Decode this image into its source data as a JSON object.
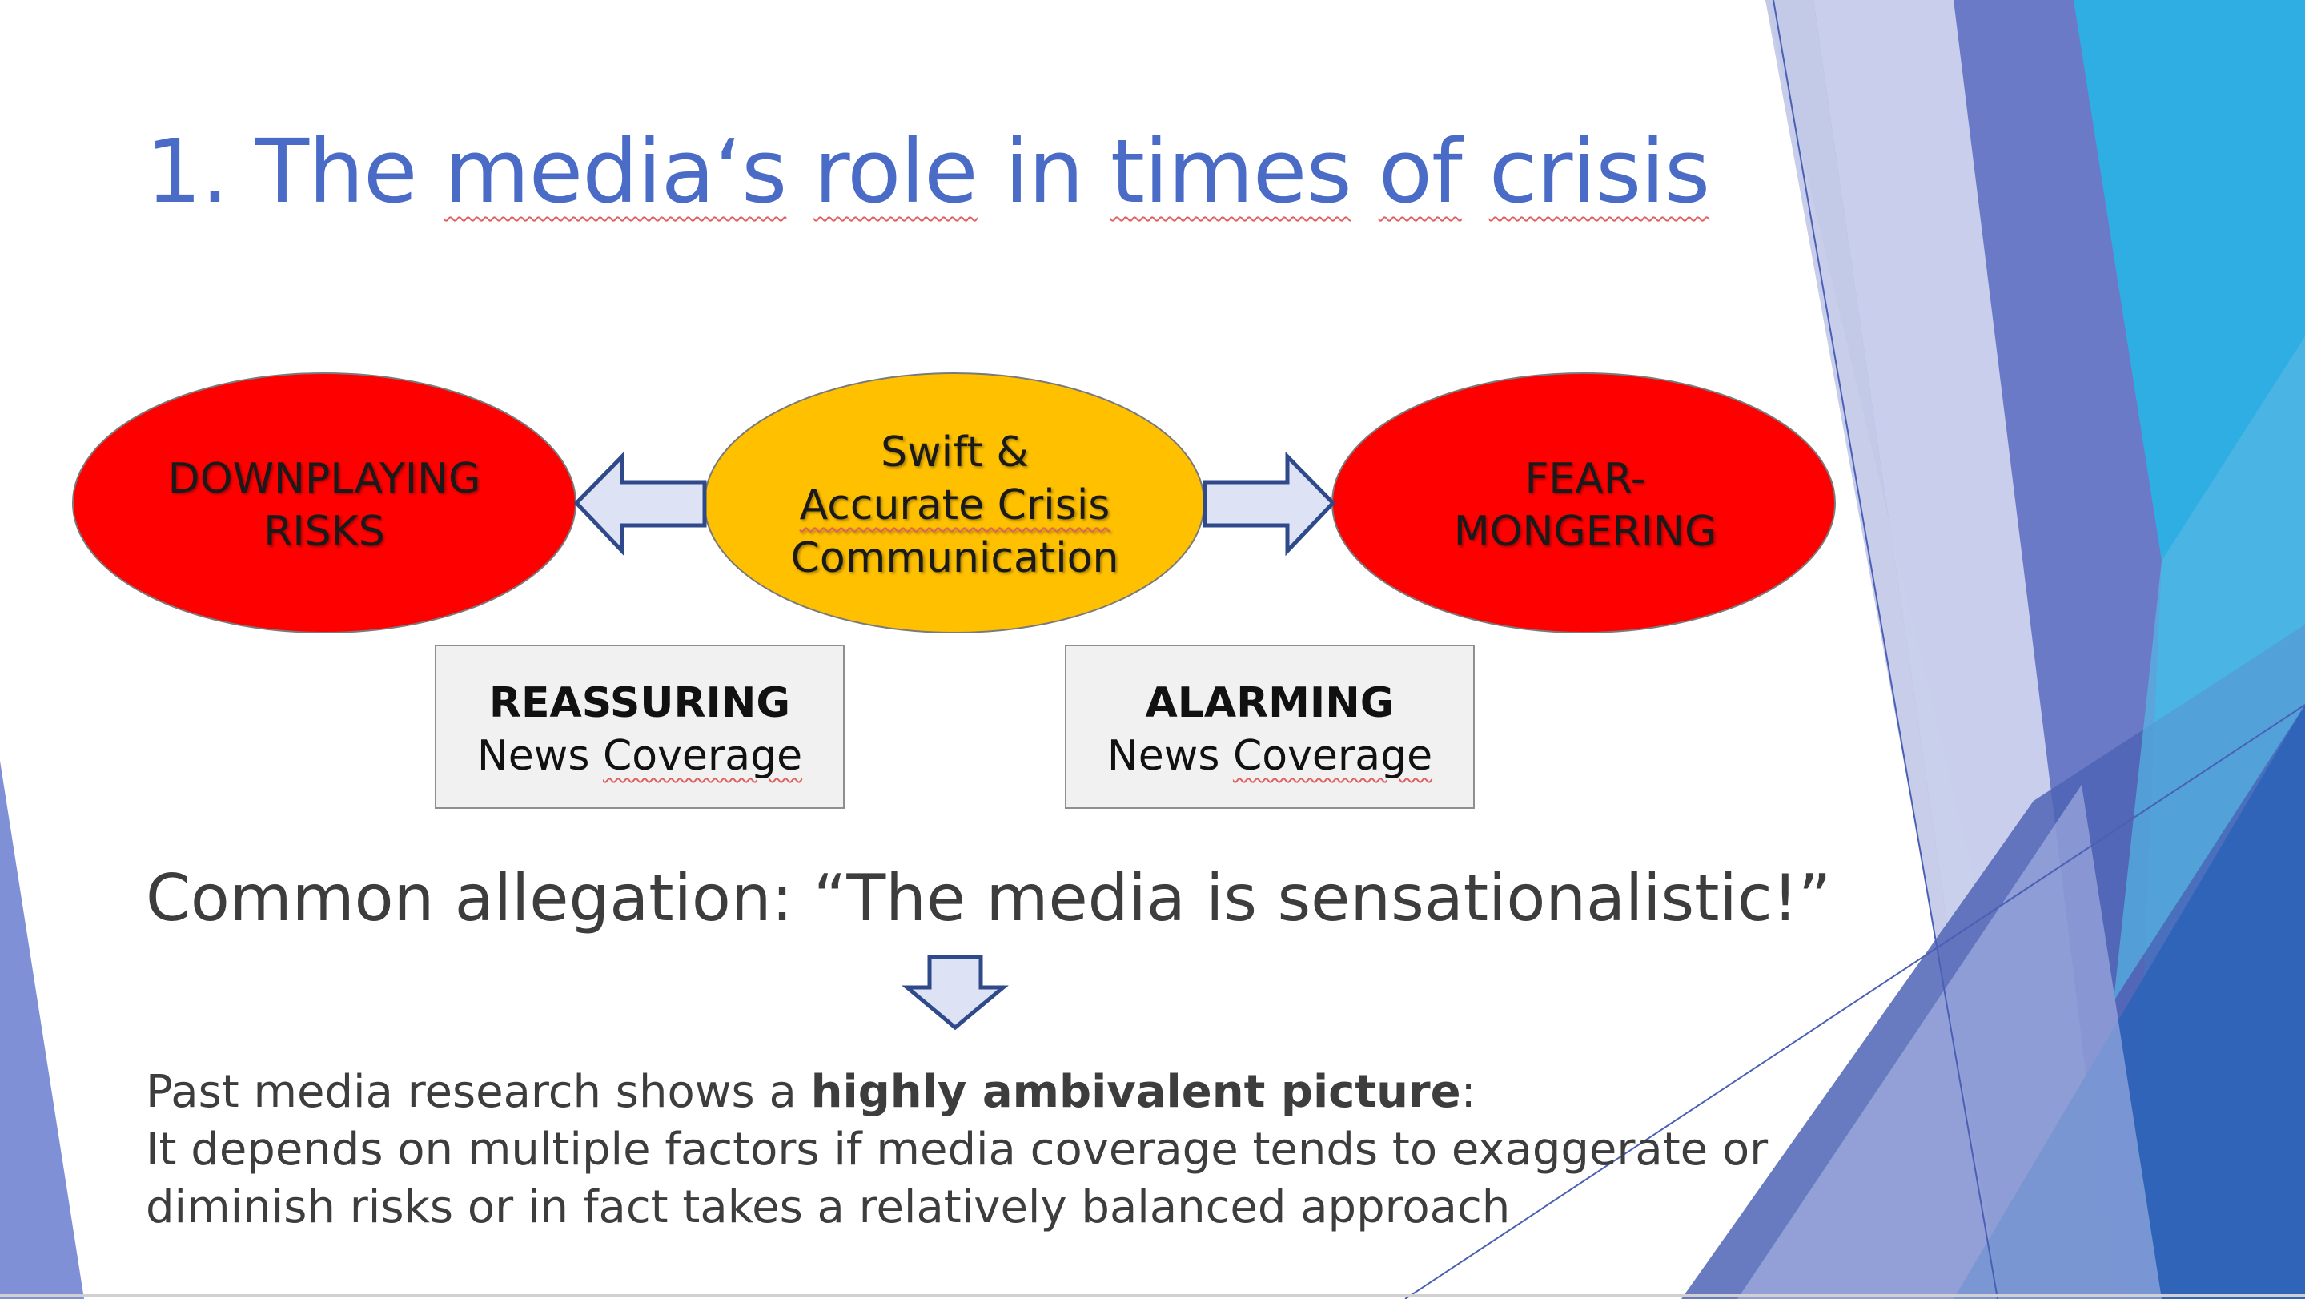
{
  "slide": {
    "title_prefix": "1. The ",
    "title_word_media": "media‘s",
    "title_word_role": "role",
    "title_mid": " in ",
    "title_word_times": "times",
    "title_word_of": "of",
    "title_word_crisis": "crisis"
  },
  "diagram": {
    "left_ellipse": {
      "line1": "DOWNPLAYING",
      "line2": "RISKS",
      "color": "#ff0000"
    },
    "center_ellipse": {
      "line1": "Swift &",
      "line2": "Accurate Crisis",
      "line3": "Communication",
      "color": "#ffc000"
    },
    "right_ellipse": {
      "line1": "FEAR-",
      "line2": "MONGERING",
      "color": "#ff0000"
    },
    "left_box": {
      "bold": "REASSURING",
      "line2_a": "News ",
      "line2_b": "Coverage"
    },
    "right_box": {
      "bold": "ALARMING",
      "line2_a": "News ",
      "line2_b": "Coverage"
    },
    "arrow_color": "#dde3f4",
    "arrow_stroke": "#2f4a8a"
  },
  "allegation": "Common allegation: “The media is sensationalistic!”",
  "body": {
    "line1_a": "Past media research shows a ",
    "line1_bold": "highly ambivalent picture",
    "line1_b": ":",
    "line2": "It depends on multiple factors if media coverage tends to exaggerate or diminish risks or in fact takes a relatively balanced approach"
  },
  "colors": {
    "title": "#4a6bc6",
    "deco_blue_light": "#29abe2",
    "deco_indigo": "#5b6fbf",
    "deco_pale": "#b9c2e6"
  }
}
